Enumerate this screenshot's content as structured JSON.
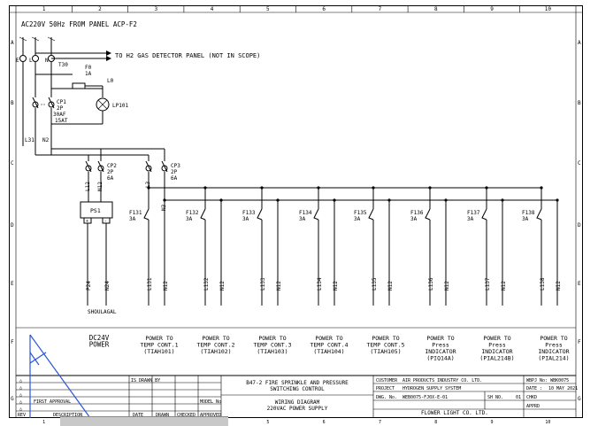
{
  "diagram": {
    "header": {
      "source": "AC220V 50Hz FROM PANEL ACP-F2",
      "h2_line": "TO H2 GAS DETECTOR PANEL (NOT IN SCOPE)",
      "phase_labels": [
        "E",
        "L",
        "N"
      ],
      "mcb_label": "T30"
    },
    "fuse": {
      "id": "F0",
      "rating": "1A"
    },
    "lamp": {
      "ld": "L0",
      "lp": "LP101"
    },
    "cp1": {
      "id": "CP1",
      "poles": "2P",
      "af": "30AF",
      "at": "15AT"
    },
    "cp2": {
      "id": "CP2",
      "poles": "2P",
      "rating": "6A"
    },
    "cp3": {
      "id": "CP3",
      "poles": "2P",
      "rating": "6A"
    },
    "wires": {
      "l31": "L31",
      "n2": "N2",
      "l12": "L12",
      "n12": "N12",
      "l3": "L3",
      "n3": "N3"
    },
    "psu": {
      "id": "PS1",
      "plus": "+",
      "minus": "-",
      "out_pos": "P24",
      "out_neg": "N24",
      "dest": "SHOULAGAL"
    },
    "column_numbers": [
      "1",
      "2",
      "3",
      "4",
      "5",
      "6",
      "7",
      "8",
      "9",
      "10"
    ],
    "row_letters": [
      "A",
      "B",
      "C",
      "D",
      "E",
      "F",
      "G"
    ],
    "breakers": [
      {
        "id": "F131",
        "rating": "3A",
        "out_l": "L131",
        "out_n": "N12"
      },
      {
        "id": "F132",
        "rating": "3A",
        "out_l": "L132",
        "out_n": "N12"
      },
      {
        "id": "F133",
        "rating": "3A",
        "out_l": "L133",
        "out_n": "N12"
      },
      {
        "id": "F134",
        "rating": "3A",
        "out_l": "L134",
        "out_n": "N12"
      },
      {
        "id": "F135",
        "rating": "3A",
        "out_l": "L135",
        "out_n": "N12"
      },
      {
        "id": "F136",
        "rating": "3A",
        "out_l": "L136",
        "out_n": "N12"
      },
      {
        "id": "F137",
        "rating": "3A",
        "out_l": "L137",
        "out_n": "N12"
      },
      {
        "id": "F138",
        "rating": "3A",
        "out_l": "L138",
        "out_n": "N12"
      }
    ],
    "circuit_labels": [
      {
        "l1": "DC24V",
        "l2": "POWER",
        "l3": ""
      },
      {
        "l1": "POWER TO",
        "l2": "TEMP CONT.1",
        "l3": "(TIAH101)"
      },
      {
        "l1": "POWER TO",
        "l2": "TEMP CONT.2",
        "l3": "(TIAH102)"
      },
      {
        "l1": "POWER TO",
        "l2": "TEMP CONT.3",
        "l3": "(TIAH103)"
      },
      {
        "l1": "POWER TO",
        "l2": "TEMP CONT.4",
        "l3": "(TIAH104)"
      },
      {
        "l1": "POWER TO",
        "l2": "TEMP CONT.5",
        "l3": "(TIAH105)"
      },
      {
        "l1": "POWER TO",
        "l2": "Press",
        "l3": "INDICATOR",
        "l4": "(PIQ14A)"
      },
      {
        "l1": "POWER TO",
        "l2": "Press",
        "l3": "INDICATOR",
        "l4": "(PIAL214B)"
      },
      {
        "l1": "POWER TO",
        "l2": "Press",
        "l3": "INDICATOR",
        "l4": "(PIAL214)"
      }
    ],
    "title_block": {
      "project_line1": "B47-2 FIRE SPRINKLE AND PRESSURE",
      "project_line2": "SWITCHING CONTROL",
      "drawing_line1": "WIRING DIAGRAM",
      "drawing_line2": "220VAC POWER SUPPLY",
      "customer_label": "CUSTOMER",
      "customer": "AIR PRODUCTS INDUSTRY CO. LTD.",
      "project_label": "PROJECT",
      "project": "HYDROGEN SUPPLY SYSTEM",
      "dwg_label": "DWG. No.",
      "dwg_no": "WEB0075-FJ0X-E-01",
      "sh_label": "SH NO.",
      "sh_no": "01",
      "company": "FLOWER LIGHT CO. LTD.",
      "wbs": "WBPJ No: WBK0075",
      "date_label": "DATE :",
      "date": "10 MAY 2021",
      "approved": "APPRD",
      "cheked": "CHKD",
      "first_approval": "FIRST APPROVAL",
      "rev_label": "REV",
      "desc_label": "DESCRIPTION",
      "sign_labels": [
        "DATE",
        "DRAWN",
        "CHECKED",
        "APPROVED"
      ],
      "is_drawn_by": "IS DRAWN BY",
      "model_label": "MODEL No"
    }
  }
}
